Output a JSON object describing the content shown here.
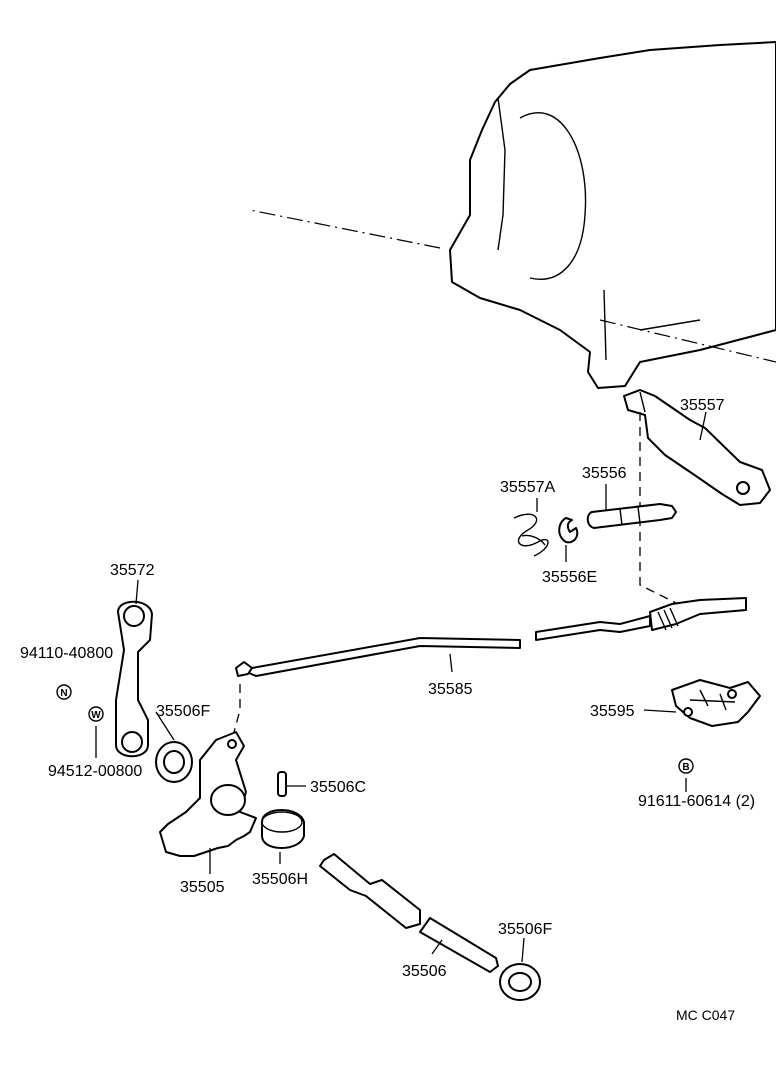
{
  "labels": {
    "p35557": "35557",
    "p35557a": "35557A",
    "p35556": "35556",
    "p35556e": "35556E",
    "p35572": "35572",
    "p94110": "94110-40800",
    "p94512": "94512-00800",
    "p35506f_top": "35506F",
    "p35585": "35585",
    "p35595": "35595",
    "p91611": "91611-60614 (2)",
    "p35506c": "35506C",
    "p35506h": "35506H",
    "p35505": "35505",
    "p35506": "35506",
    "p35506f_bottom": "35506F",
    "diagram_code": "MC  C047"
  },
  "symbols": {
    "n": "N",
    "w": "W",
    "b": "B"
  }
}
